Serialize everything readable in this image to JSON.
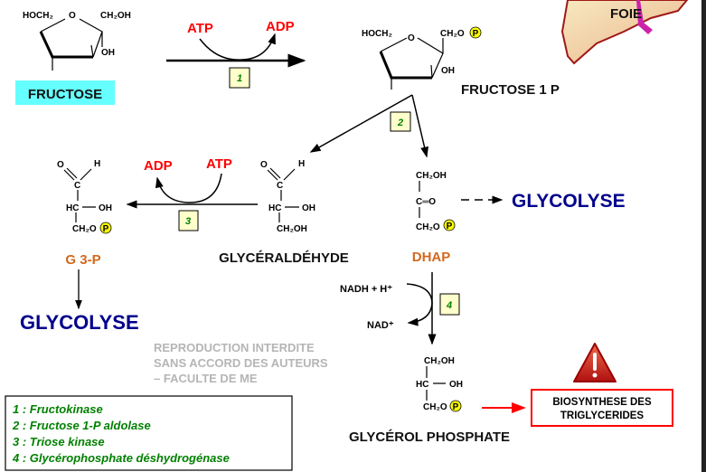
{
  "fructose": {
    "label": "FRUCTOSE",
    "c6": "HOCH₂",
    "o": "O",
    "c1": "CH₂OH",
    "oh": "OH"
  },
  "fructose1p": {
    "label": "FRUCTOSE 1 P",
    "c6": "HOCH₂",
    "o": "O",
    "c1": "CH₂O",
    "p": "P",
    "oh": "OH"
  },
  "liver": {
    "label": "FOIE"
  },
  "step1": {
    "atp": "ATP",
    "adp": "ADP",
    "num": "1"
  },
  "step2": {
    "num": "2"
  },
  "step3": {
    "atp": "ATP",
    "adp": "ADP",
    "num": "3"
  },
  "step4": {
    "nadh": "NADH + H⁺",
    "nad": "NAD⁺",
    "num": "4"
  },
  "glyceraldehyde": {
    "label": "GLYCÉRALDÉHYDE",
    "o": "O",
    "h": "H",
    "c": "C",
    "hc": "HC",
    "oh": "OH",
    "ch2oh": "CH₂OH"
  },
  "g3p": {
    "label": "G 3-P",
    "o": "O",
    "h": "H",
    "c": "C",
    "hc": "HC",
    "oh": "OH",
    "ch2o": "CH₂O",
    "p": "P",
    "glycolyse": "GLYCOLYSE"
  },
  "dhap": {
    "label": "DHAP",
    "ch2oh": "CH₂OH",
    "co": "C═O",
    "ch2o": "CH₂O",
    "p": "P",
    "glycolyse": "GLYCOLYSE"
  },
  "glycerol_phosphate": {
    "label": "GLYCÉROL PHOSPHATE",
    "ch2oh": "CH₂OH",
    "hc": "HC",
    "oh": "OH",
    "ch2o": "CH₂O",
    "p": "P"
  },
  "biosynthese": {
    "line1": "BIOSYNTHESE DES",
    "line2": "TRIGLYCERIDES"
  },
  "legend": [
    "1 :  Fructokinase",
    "2  : Fructose 1-P aldolase",
    "3  : Triose kinase",
    "4 :  Glycérophosphate déshydrogénase"
  ],
  "watermark": "REPRODUCTION INTERDITE SANS ACCORD DES AUTEURS – FACULTE DE ME",
  "colors": {
    "enzyme": "#008000",
    "cofactor": "#ff0000",
    "pathway": "#00008b",
    "intermediate": "#d2691e",
    "highlight": "#66ffff",
    "phosphate": "#ffff00"
  }
}
